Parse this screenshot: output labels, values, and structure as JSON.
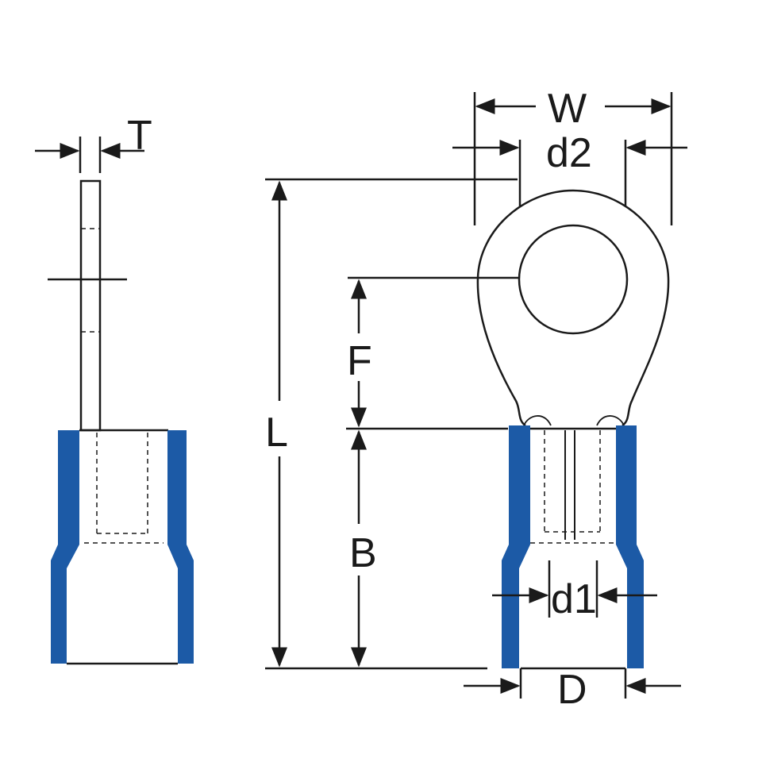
{
  "labels": {
    "T": "T",
    "W": "W",
    "d2": "d2",
    "L": "L",
    "F": "F",
    "B": "B",
    "d1": "d1",
    "D": "D"
  },
  "colors": {
    "insulation": "#1c5aa6",
    "line": "#1a1a1a",
    "background": "#ffffff"
  }
}
